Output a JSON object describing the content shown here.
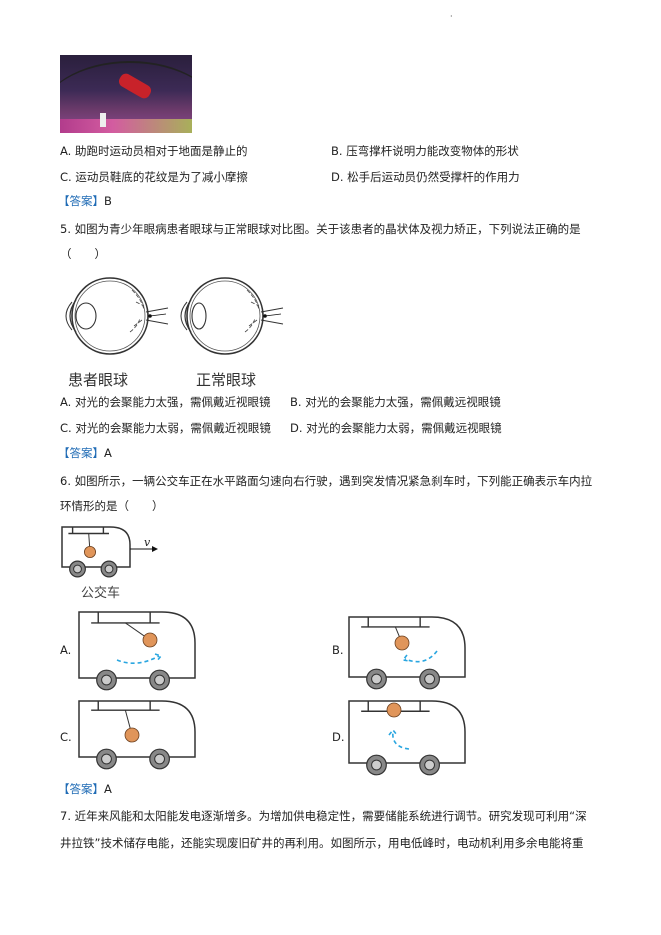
{
  "header_mark": "·",
  "q4": {
    "options": [
      {
        "key": "A.",
        "text": "助跑时运动员相对于地面是静止的"
      },
      {
        "key": "B.",
        "text": "压弯撑杆说明力能改变物体的形状"
      },
      {
        "key": "C.",
        "text": "运动员鞋底的花纹是为了减小摩擦"
      },
      {
        "key": "D.",
        "text": "松手后运动员仍然受撑杆的作用力"
      }
    ],
    "answer_label": "【答案】",
    "answer": "B"
  },
  "q5": {
    "stem": "5. 如图为青少年眼病患者眼球与正常眼球对比图。关于该患者的晶状体及视力矫正，下列说法正确的是",
    "paren": "（　　）",
    "figure_labels": [
      "患者眼球",
      "正常眼球"
    ],
    "options": [
      {
        "key": "A.",
        "text": "对光的会聚能力太强，需佩戴近视眼镜"
      },
      {
        "key": "B.",
        "text": "对光的会聚能力太强，需佩戴远视眼镜"
      },
      {
        "key": "C.",
        "text": "对光的会聚能力太弱，需佩戴近视眼镜"
      },
      {
        "key": "D.",
        "text": "对光的会聚能力太弱，需佩戴远视眼镜"
      }
    ],
    "answer_label": "【答案】",
    "answer": "A"
  },
  "q6": {
    "stem1": "6. 如图所示，一辆公交车正在水平路面匀速向右行驶，遇到突发情况紧急刹车时，下列能正确表示车内拉",
    "stem2": "环情形的是（　　）",
    "velocity_label": "v",
    "figure_label": "公交车",
    "option_keys": [
      "A.",
      "B.",
      "C.",
      "D."
    ],
    "answer_label": "【答案】",
    "answer": "A"
  },
  "q7": {
    "line1": "7. 近年来风能和太阳能发电逐渐增多。为增加供电稳定性，需要储能系统进行调节。研究发现可利用“深",
    "line2": "井拉铁”技术储存电能，还能实现废旧矿井的再利用。如图所示，用电低峰时，电动机利用多余电能将重"
  },
  "colors": {
    "answer": "#1f6bb5",
    "ball": "#e0955a",
    "arrow": "#2aa6e0"
  }
}
